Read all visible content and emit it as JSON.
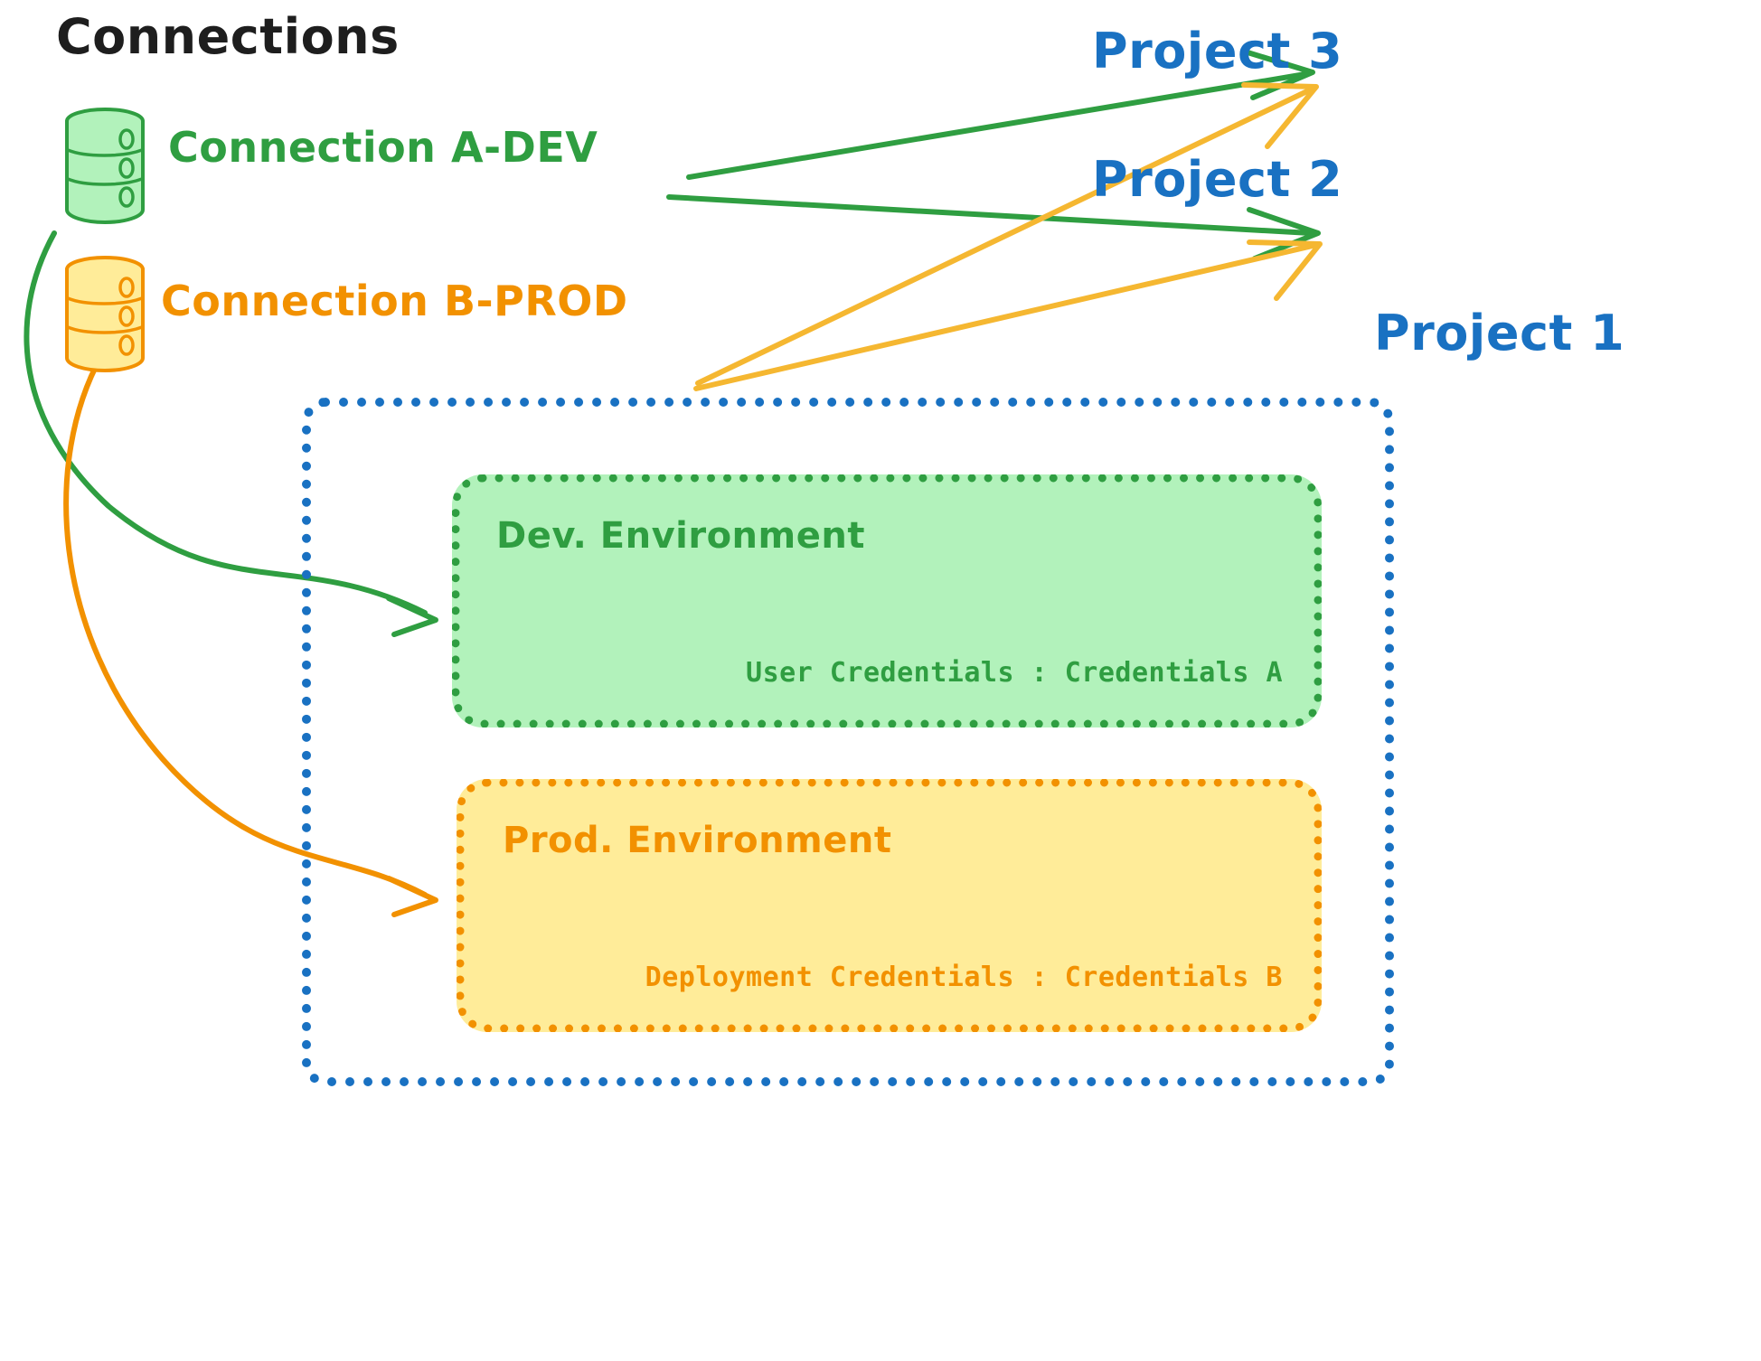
{
  "diagram": {
    "title": "Connections",
    "connections": [
      {
        "id": "a-dev",
        "label": "Connection A-DEV",
        "color": "#2f9e41",
        "icon": "database-icon"
      },
      {
        "id": "b-prod",
        "label": "Connection B-PROD",
        "color": "#f29100",
        "icon": "database-icon"
      }
    ],
    "projects": [
      {
        "id": "project-3",
        "label": "Project 3",
        "color": "#1971c2"
      },
      {
        "id": "project-2",
        "label": "Project 2",
        "color": "#1971c2"
      },
      {
        "id": "project-1",
        "label": "Project 1",
        "color": "#1971c2"
      }
    ],
    "project1_container": {
      "label": "Project 1",
      "border_color": "#1971c2",
      "environments": [
        {
          "id": "dev",
          "title": "Dev. Environment",
          "credentials": "User Credentials : Credentials A",
          "fill": "#b2f2bb",
          "border_color": "#2f9e41"
        },
        {
          "id": "prod",
          "title": "Prod. Environment",
          "credentials": "Deployment Credentials : Credentials B",
          "fill": "#ffec99",
          "border_color": "#f29100"
        }
      ]
    },
    "edges": [
      {
        "from": "a-dev",
        "to": "project-3",
        "color": "#2f9e41"
      },
      {
        "from": "a-dev",
        "to": "project-2",
        "color": "#2f9e41"
      },
      {
        "from": "a-dev",
        "to": "dev",
        "color": "#2f9e41"
      },
      {
        "from": "b-prod",
        "to": "project-3",
        "color": "#f5b731"
      },
      {
        "from": "b-prod",
        "to": "project-2",
        "color": "#f5b731"
      },
      {
        "from": "b-prod",
        "to": "prod",
        "color": "#f29100"
      }
    ],
    "colors": {
      "green": "#2f9e41",
      "green_fill": "#b2f2bb",
      "orange": "#f29100",
      "orange_fill": "#ffec99",
      "amber_arrow": "#f5b731",
      "blue": "#1971c2",
      "text": "#1e1e1e",
      "background": "#ffffff"
    }
  }
}
